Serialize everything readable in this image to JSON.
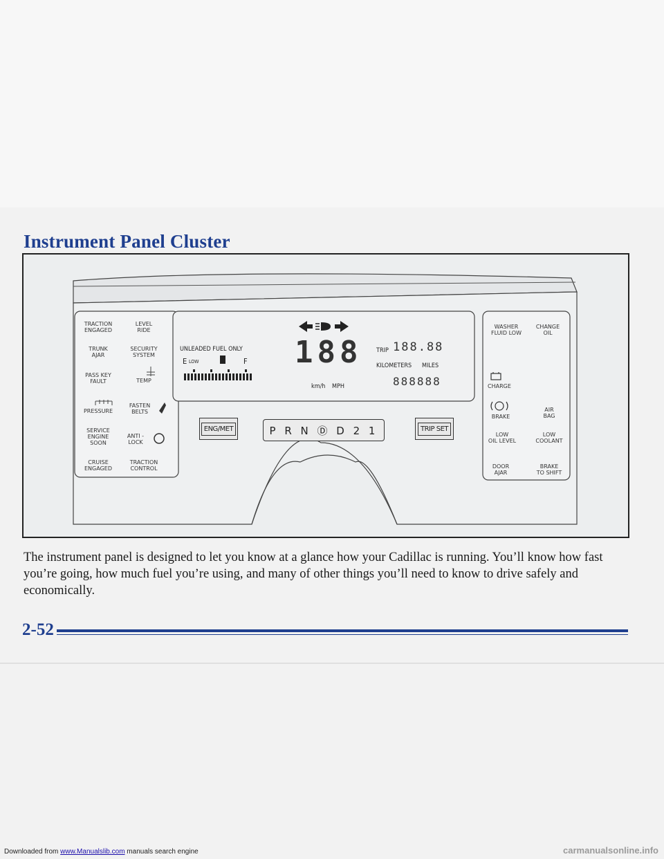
{
  "footer": {
    "prefix": "Downloaded from ",
    "link": "www.Manualslib.com",
    "suffix": " manuals search engine",
    "watermark": "carmanualsonline.info"
  },
  "title": "Instrument Panel Cluster",
  "cluster": {
    "left_indicators": [
      {
        "id": "traction-engaged",
        "text": "TRACTION\nENGAGED"
      },
      {
        "id": "level-ride",
        "text": "LEVEL\nRIDE"
      },
      {
        "id": "trunk-ajar",
        "text": "TRUNK\nAJAR"
      },
      {
        "id": "security-system",
        "text": "SECURITY\nSYSTEM"
      },
      {
        "id": "pass-key-fault",
        "text": "PASS KEY\nFAULT"
      },
      {
        "id": "temp",
        "text": "TEMP"
      },
      {
        "id": "pressure",
        "text": "PRESSURE"
      },
      {
        "id": "fasten-belts",
        "text": "FASTEN\nBELTS"
      },
      {
        "id": "service-engine-soon",
        "text": "SERVICE\nENGINE\nSOON"
      },
      {
        "id": "anti-lock",
        "text": "ANTI -\nLOCK"
      },
      {
        "id": "cruise-engaged",
        "text": "CRUISE\nENGAGED"
      },
      {
        "id": "traction-control",
        "text": "TRACTION\nCONTROL"
      }
    ],
    "right_indicators": [
      {
        "id": "washer-fluid-low",
        "text": "WASHER\nFLUID LOW"
      },
      {
        "id": "change-oil",
        "text": "CHANGE\nOIL"
      },
      {
        "id": "charge",
        "text": "CHARGE"
      },
      {
        "id": "brake",
        "text": "BRAKE"
      },
      {
        "id": "air-bag",
        "text": "AIR\nBAG"
      },
      {
        "id": "low-oil-level",
        "text": "LOW\nOIL LEVEL"
      },
      {
        "id": "low-coolant",
        "text": "LOW\nCOOLANT"
      },
      {
        "id": "door-ajar",
        "text": "DOOR\nAJAR"
      },
      {
        "id": "brake-to-shift",
        "text": "BRAKE\nTO SHIFT"
      }
    ],
    "display": {
      "fuel_label": "UNLEADED FUEL ONLY",
      "fuel_empty": "E",
      "fuel_low": "LOW",
      "fuel_full": "F",
      "speed_digits": "188",
      "unit_kmh": "km/h",
      "unit_mph": "MPH",
      "trip_label": "TRIP",
      "trip_value": "188.88",
      "unit_kilometers": "KILOMETERS",
      "unit_miles": "MILES",
      "odometer": "888888"
    },
    "buttons": {
      "eng_met": "ENG/MET",
      "trip_set": "TRIP SET"
    },
    "gear_selector": "P R N Ⓓ D 2 1"
  },
  "body_text": "The instrument panel is designed to let you know at a glance how your Cadillac is running. You’ll know how fast you’re going, how much fuel you’re using, and many of other things you’ll need to know to drive safely and economically.",
  "page_number": "2-52"
}
